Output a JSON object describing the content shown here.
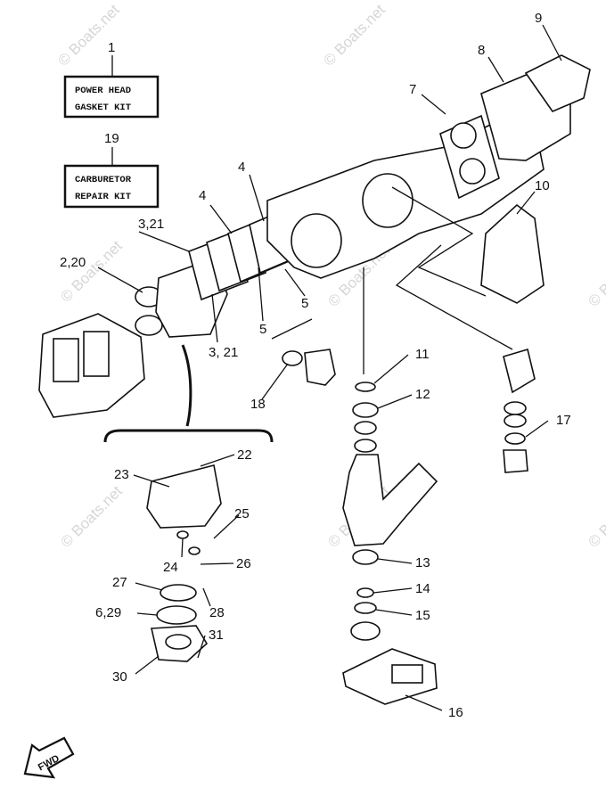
{
  "watermark": "© Boats.net",
  "kits": [
    {
      "id": "1",
      "line1": "POWER HEAD",
      "line2": "GASKET KIT"
    },
    {
      "id": "19",
      "line1": "CARBURETOR",
      "line2": "REPAIR KIT"
    }
  ],
  "callouts": [
    "2,20",
    "3,21",
    "4",
    "4",
    "5",
    "5",
    "3, 21",
    "7",
    "8",
    "9",
    "10",
    "11",
    "12",
    "13",
    "14",
    "15",
    "16",
    "17",
    "18",
    "22",
    "23",
    "24",
    "25",
    "26",
    "27",
    "28",
    "6,29",
    "30",
    "31"
  ],
  "fwd_label": "FWD"
}
